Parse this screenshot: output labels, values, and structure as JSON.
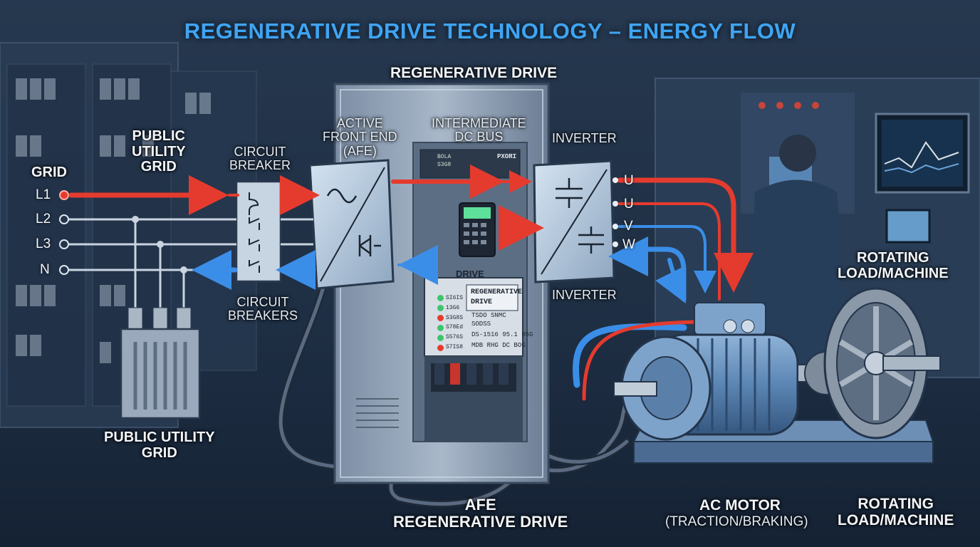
{
  "title": "REGENERATIVE DRIVE TECHNOLOGY – ENERGY FLOW",
  "labels": {
    "regen_drive_top": "REGENERATIVE DRIVE",
    "public_utility_grid_top": [
      "PUBLIC",
      "UTILITY",
      "GRID"
    ],
    "grid": "GRID",
    "circuit_breaker": [
      "CIRCUIT",
      "BREAKER"
    ],
    "circuit_breakers": [
      "CIRCUIT",
      "BREAKERS"
    ],
    "afe": [
      "ACTIVE",
      "FRONT END",
      "(AFE)"
    ],
    "dc_bus": [
      "INTERMEDIATE",
      "DC BUS"
    ],
    "inverter_top": "INVERTER",
    "inverter_bottom": "INVERTER",
    "drive": "DRIVE",
    "public_utility_grid_bottom": [
      "PUBLIC UTILITY",
      "GRID"
    ],
    "afe_regen_drive": [
      "AFE",
      "REGENERATIVE DRIVE"
    ],
    "ac_motor": "AC MOTOR",
    "ac_motor_sub": "(TRACTION/BRAKING)",
    "rotating_load_right": [
      "ROTATING",
      "LOAD/MACHINE"
    ],
    "rotating_load_bottom": [
      "ROTATING",
      "LOAD/MACHINE"
    ]
  },
  "phases_grid": [
    "L1",
    "L2",
    "L3",
    "N"
  ],
  "phases_motor": [
    "U",
    "U",
    "V",
    "W"
  ],
  "drive_panel": {
    "heading": [
      "REGENERATIVE",
      "DRIVE"
    ],
    "rows": [
      "TSDO SNMC",
      "SODSS",
      "DS-1516  95.1 95G",
      "MDB RHG  DC  BOG"
    ],
    "status": [
      "SI6IS",
      "13G6",
      "S3G8S",
      "S78Ed",
      "S576S",
      "S7IS8"
    ]
  },
  "cabinet_plate": "PXORI",
  "status_leds": [
    "BOLA",
    "S3G8"
  ],
  "colors": {
    "title": "#3fa4f2",
    "forward_flow": "#e53b2e",
    "regen_flow": "#3b8ee8",
    "background": "#1b2a3e"
  }
}
